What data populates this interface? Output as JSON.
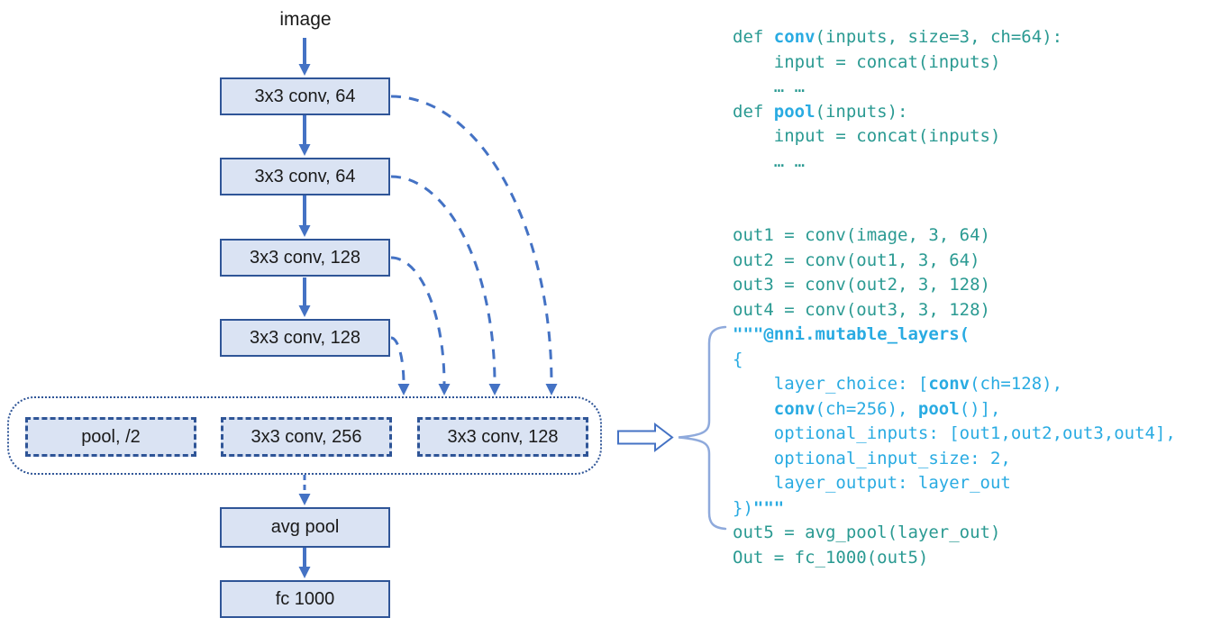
{
  "diagram": {
    "input_label": "image",
    "conv_stack": [
      "3x3 conv, 64",
      "3x3 conv, 64",
      "3x3 conv, 128",
      "3x3 conv, 128"
    ],
    "layer_choices": [
      "pool, /2",
      "3x3 conv, 256",
      "3x3 conv, 128"
    ],
    "tail": [
      "avg pool",
      "fc 1000"
    ]
  },
  "code": {
    "lines": [
      [
        {
          "t": "def ",
          "c": "t"
        },
        {
          "t": "conv",
          "c": "bB"
        },
        {
          "t": "(inputs, size=3, ch=64):",
          "c": "t"
        }
      ],
      [
        {
          "t": "    input = concat(inputs)",
          "c": "t"
        }
      ],
      [
        {
          "t": "    … …",
          "c": "t"
        }
      ],
      [
        {
          "t": "def ",
          "c": "t"
        },
        {
          "t": "pool",
          "c": "bB"
        },
        {
          "t": "(inputs):",
          "c": "t"
        }
      ],
      [
        {
          "t": "    input = concat(inputs)",
          "c": "t"
        }
      ],
      [
        {
          "t": "    … …",
          "c": "t"
        }
      ],
      [],
      [],
      [
        {
          "t": "out1 = conv(image, 3, 64)",
          "c": "t"
        }
      ],
      [
        {
          "t": "out2 = conv(out1, 3, 64)",
          "c": "t"
        }
      ],
      [
        {
          "t": "out3 = conv(out2, 3, 128)",
          "c": "t"
        }
      ],
      [
        {
          "t": "out4 = conv(out3, 3, 128)",
          "c": "t"
        }
      ],
      [
        {
          "t": "\"\"\"@nni.mutable_layers(",
          "c": "bB"
        }
      ],
      [
        {
          "t": "{",
          "c": "b"
        }
      ],
      [
        {
          "t": "    layer_choice: [",
          "c": "b"
        },
        {
          "t": "conv",
          "c": "bB"
        },
        {
          "t": "(ch=128),",
          "c": "b"
        }
      ],
      [
        {
          "t": "    ",
          "c": "b"
        },
        {
          "t": "conv",
          "c": "bB"
        },
        {
          "t": "(ch=256), ",
          "c": "b"
        },
        {
          "t": "pool",
          "c": "bB"
        },
        {
          "t": "()],",
          "c": "b"
        }
      ],
      [
        {
          "t": "    optional_inputs: [out1,out2,out3,out4],",
          "c": "b"
        }
      ],
      [
        {
          "t": "    optional_input_size: 2,",
          "c": "b"
        }
      ],
      [
        {
          "t": "    layer_output: layer_out",
          "c": "b"
        }
      ],
      [
        {
          "t": "})",
          "c": "b"
        },
        {
          "t": "\"\"\"",
          "c": "bB"
        }
      ],
      [
        {
          "t": "out5 = avg_pool(layer_out)",
          "c": "t"
        }
      ],
      [
        {
          "t": "Out = fc_1000(out5)",
          "c": "t"
        }
      ]
    ]
  },
  "colors": {
    "node_fill": "#dae3f3",
    "node_border": "#2f5597",
    "arrow_blue": "#4472c4",
    "brace_blue": "#8faadc",
    "code_teal": "#2a9a92",
    "code_blue": "#29abe2",
    "label_text": "#1a1a1a"
  }
}
